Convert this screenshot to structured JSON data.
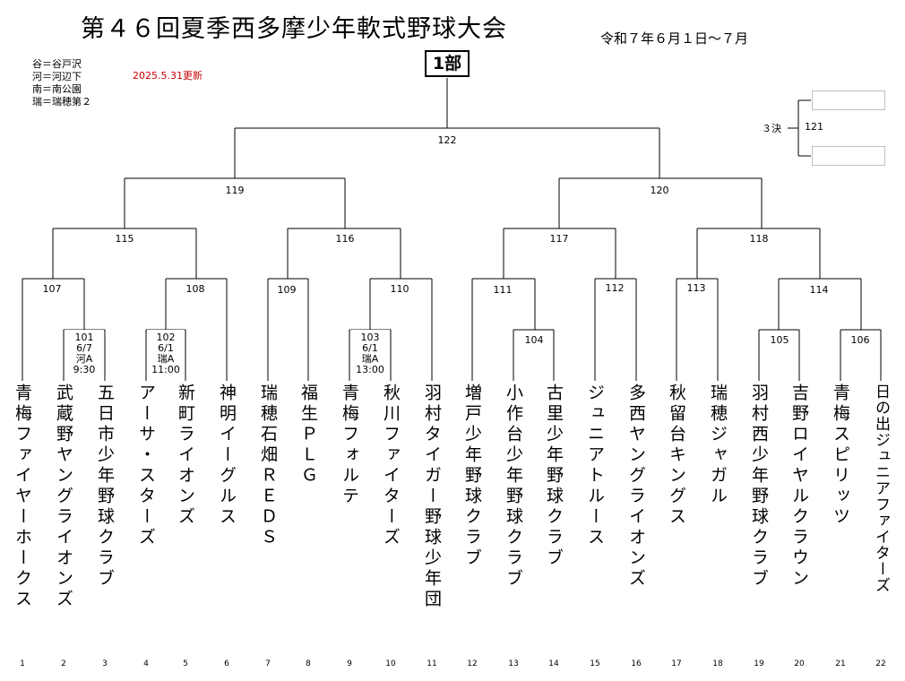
{
  "header": {
    "title": "第４６回夏季西多摩少年軟式野球大会",
    "period": "令和７年６月１日～７月",
    "division": "1部",
    "updated": "2025.5.31更新",
    "legend": [
      "谷＝谷戸沢",
      "河＝河辺下",
      "南＝南公園",
      "瑞＝瑞穂第２"
    ]
  },
  "third_place": {
    "label": "３決",
    "match": "121"
  },
  "matches": {
    "final": "122",
    "semis": [
      "119",
      "120"
    ],
    "quarters": [
      "115",
      "116",
      "117",
      "118"
    ],
    "r2": [
      "107",
      "108",
      "109",
      "110",
      "111",
      "112",
      "113",
      "114"
    ],
    "r1": [
      "101",
      "102",
      "103",
      "104",
      "105",
      "106"
    ]
  },
  "schedules": [
    {
      "match": "101",
      "date": "6/7",
      "venue": "河A",
      "time": "9:30"
    },
    {
      "match": "102",
      "date": "6/1",
      "venue": "瑞A",
      "time": "11:00"
    },
    {
      "match": "103",
      "date": "6/1",
      "venue": "瑞A",
      "time": "13:00"
    }
  ],
  "teams": [
    {
      "no": "1",
      "name": "青梅ファイヤーホークス"
    },
    {
      "no": "2",
      "name": "武蔵野ヤングライオンズ"
    },
    {
      "no": "3",
      "name": "五日市少年野球クラブ"
    },
    {
      "no": "4",
      "name": "アーサ・スターズ"
    },
    {
      "no": "5",
      "name": "新町ライオンズ"
    },
    {
      "no": "6",
      "name": "神明イーグルス"
    },
    {
      "no": "7",
      "name": "瑞穂石畑ＲＥＤＳ"
    },
    {
      "no": "8",
      "name": "福生ＰＬＧ"
    },
    {
      "no": "9",
      "name": "青梅フォルテ"
    },
    {
      "no": "10",
      "name": "秋川ファイターズ"
    },
    {
      "no": "11",
      "name": "羽村タイガー野球少年団"
    },
    {
      "no": "12",
      "name": "増戸少年野球クラブ"
    },
    {
      "no": "13",
      "name": "小作台少年野球クラブ"
    },
    {
      "no": "14",
      "name": "古里少年野球クラブ"
    },
    {
      "no": "15",
      "name": "ジュニアトルース"
    },
    {
      "no": "16",
      "name": "多西ヤングライオンズ"
    },
    {
      "no": "17",
      "name": "秋留台キングス"
    },
    {
      "no": "18",
      "name": "瑞穂ジャガル"
    },
    {
      "no": "19",
      "name": "羽村西少年野球クラブ"
    },
    {
      "no": "20",
      "name": "吉野ロイヤルクラウン"
    },
    {
      "no": "21",
      "name": "青梅スピリッツ"
    },
    {
      "no": "22",
      "name": "日の出ジュニアファイターズ"
    }
  ]
}
